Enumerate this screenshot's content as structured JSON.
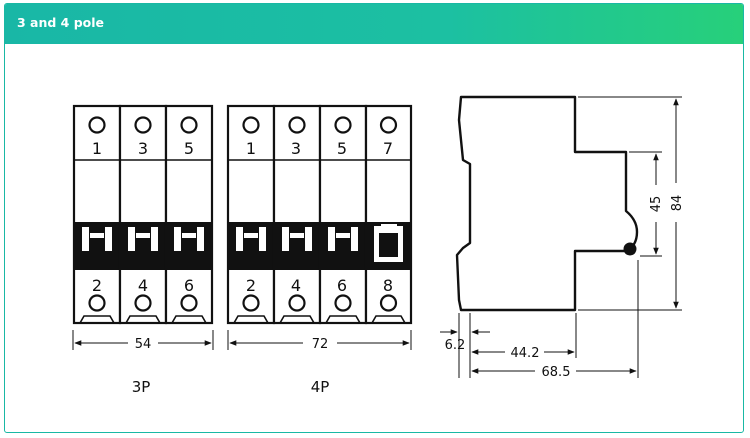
{
  "header": {
    "title": "3 and 4 pole"
  },
  "diagram": {
    "breaker_3p": {
      "top_terminals": [
        "1",
        "3",
        "5"
      ],
      "bottom_terminals": [
        "2",
        "4",
        "6"
      ],
      "width_dim": "54",
      "caption": "3P"
    },
    "breaker_4p": {
      "top_terminals": [
        "1",
        "3",
        "5",
        "7"
      ],
      "bottom_terminals": [
        "2",
        "4",
        "6",
        "8"
      ],
      "width_dim": "72",
      "caption": "4P"
    },
    "side_view": {
      "dim_height_total": "84",
      "dim_height_inner": "45",
      "dim_rail": "6.2",
      "dim_depth_inner": "44.2",
      "dim_depth_total": "68.5"
    },
    "colors": {
      "header_start": "#19b7a6",
      "header_end": "#27d07a",
      "line": "#111111"
    }
  }
}
